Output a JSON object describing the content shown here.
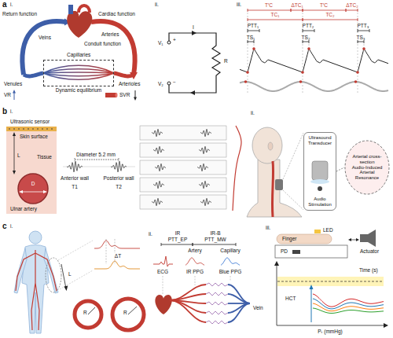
{
  "diagram": {
    "nodes": [
      {
        "text": [
          "Dynamic equilibrium"
        ]
      },
      {
        "text": [
          "Ultrasound Transducer",
          "Audio Stimulation"
        ]
      },
      {
        "text": [
          "Arterial cross-section",
          "Audio-Induced Arterial Resonance"
        ]
      }
    ],
    "edges": [
      {
        "from": 1,
        "to": 2,
        "arrow": "none"
      }
    ],
    "labels": [
      "a",
      "i.",
      "Return function",
      "Cardiac function",
      "Veins",
      "Arteries",
      "Conduit function",
      "Capillaries",
      "Venules",
      "Arterioles",
      "VR",
      "SVR",
      "ii.",
      "I",
      "V₁",
      "+",
      "V₂",
      "−",
      "R",
      "iii.",
      "T′C",
      "ΔTC₁",
      "T′C",
      "ΔTC₂",
      "TC₁",
      "TC₂",
      "PTT₁",
      "PTT₂",
      "PTT₃",
      "TS₁",
      "TS₂",
      "TS₃",
      "b",
      "i.",
      "Ultrasonic sensor",
      "Skin surface",
      "Tissue",
      "L",
      "D",
      "Ulnar artery",
      "Diameter 5.2 mm",
      "Anterior wall",
      "Posterior wall",
      "T1",
      "T2",
      "ii.",
      "c",
      "i.",
      "ΔT",
      "L",
      "R",
      "R",
      "ii.",
      "IR",
      "PTT_EP",
      "IR-B",
      "PTT_MW",
      "Artery",
      "Capillary",
      "ECG",
      "IR PPG",
      "Blue PPG",
      "Vein",
      "iii.",
      "Finger",
      "LED",
      "PD",
      "Actuator",
      "HCT",
      "Time (s)",
      "Pₜ (mmHg)"
    ]
  }
}
